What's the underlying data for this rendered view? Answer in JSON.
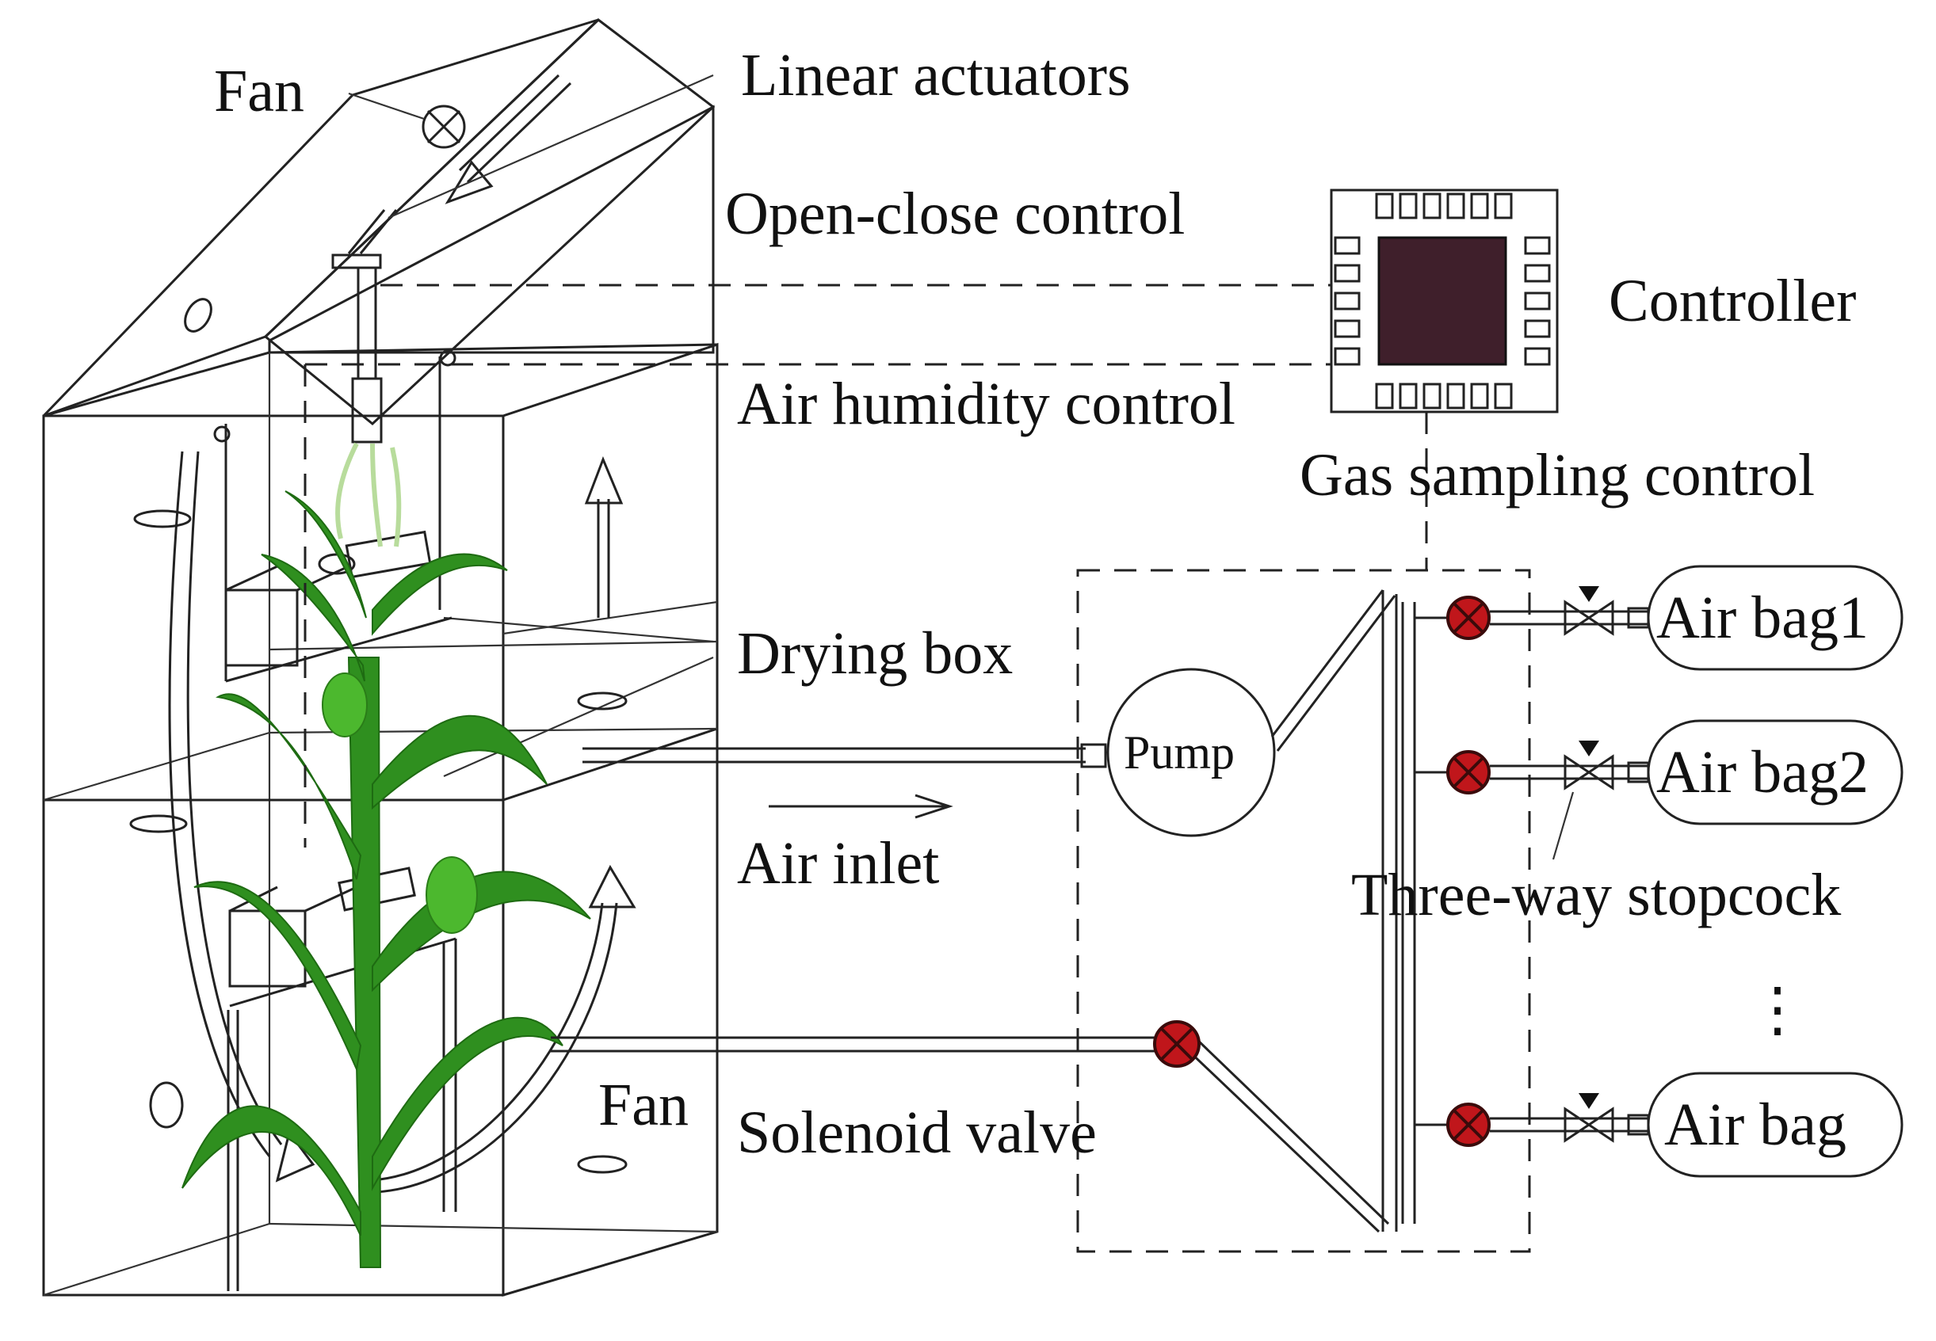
{
  "labels": {
    "fan_top": "Fan",
    "linear_actuators": "Linear actuators",
    "open_close_control": "Open-close control",
    "controller": "Controller",
    "air_humidity_control": "Air humidity control",
    "gas_sampling_control": "Gas sampling control",
    "drying_box": "Drying box",
    "pump": "Pump",
    "air_inlet": "Air inlet",
    "three_way_stopcock": "Three-way stopcock",
    "fan_bottom": "Fan",
    "solenoid_valve": "Solenoid valve",
    "air_bag_1": "Air bag1",
    "air_bag_2": "Air bag2",
    "air_bag_n": "Air bag",
    "ellipsis": "⋮"
  },
  "colors": {
    "controller_chip": "#3f1f2b",
    "plant_green": "#2f8f1f",
    "plant_light": "#4cb82e",
    "valve_red": "#c0161b"
  }
}
